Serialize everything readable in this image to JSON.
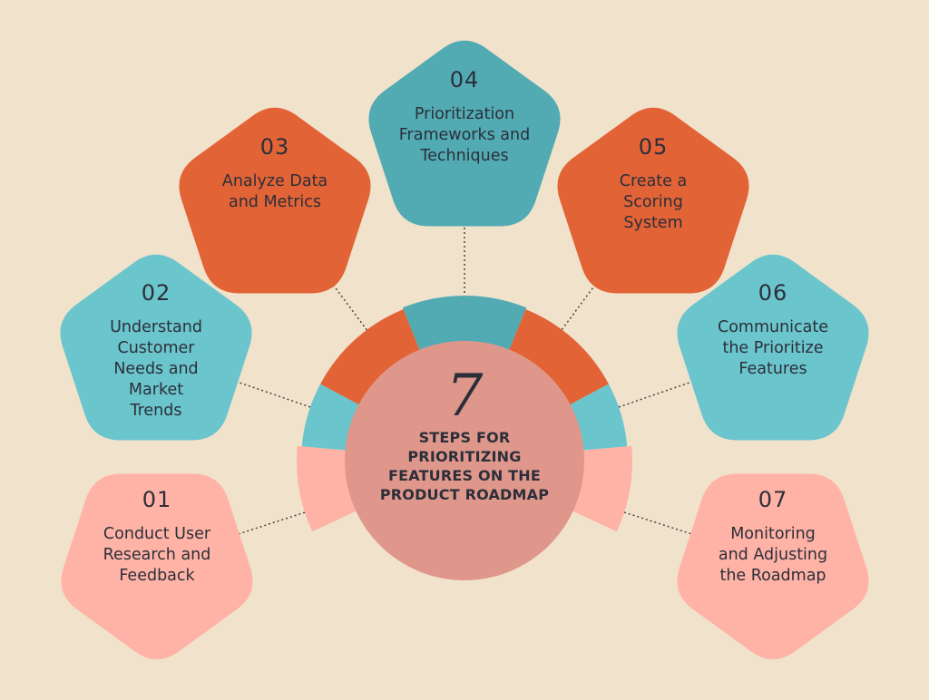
{
  "center": {
    "numeral": "7",
    "title_lines": [
      "STEPS FOR",
      "PRIORITIZING",
      "FEATURES ON THE",
      "PRODUCT ROADMAP"
    ]
  },
  "colors": {
    "background": "#f1e2cc",
    "pink": "#ffb3a6",
    "teal_light": "#6bc5cc",
    "orange": "#e26336",
    "teal_dark": "#52abb3",
    "center_circle": "#e0978b",
    "text": "#2c2f3a"
  },
  "steps": [
    {
      "number": "01",
      "lines": [
        "Conduct User",
        "Research and",
        "Feedback"
      ],
      "color": "pink"
    },
    {
      "number": "02",
      "lines": [
        "Understand",
        "Customer",
        "Needs and",
        "Market",
        "Trends"
      ],
      "color": "teal_light"
    },
    {
      "number": "03",
      "lines": [
        "Analyze Data",
        "and Metrics"
      ],
      "color": "orange"
    },
    {
      "number": "04",
      "lines": [
        "Prioritization",
        "Frameworks and",
        "Techniques"
      ],
      "color": "teal_dark"
    },
    {
      "number": "05",
      "lines": [
        "Create a",
        "Scoring",
        "System"
      ],
      "color": "orange"
    },
    {
      "number": "06",
      "lines": [
        "Communicate",
        "the Prioritize",
        "Features"
      ],
      "color": "teal_light"
    },
    {
      "number": "07",
      "lines": [
        "Monitoring",
        "and Adjusting",
        "the Roadmap"
      ],
      "color": "pink"
    }
  ]
}
